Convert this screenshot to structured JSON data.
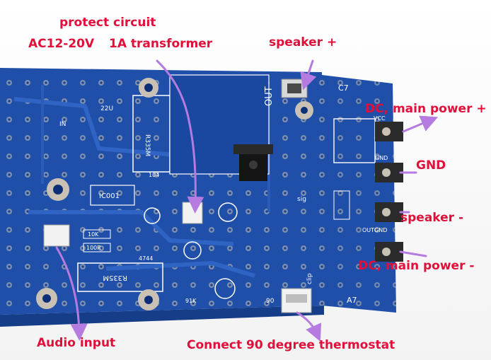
{
  "colors": {
    "label": "#e0103a",
    "arrow": "#b57be0",
    "pcb_blue": "#1f4fa8",
    "pcb_dark": "#0d2f78",
    "copper": "#c9c2b4",
    "background": "#ffffff"
  },
  "annotations": {
    "protect_circuit": "protect circuit",
    "ac_input": "AC12-20V",
    "transformer": "1A transformer",
    "speaker_plus": "speaker +",
    "dc_main_plus": "DC, main power +",
    "gnd": "GND",
    "speaker_minus": "speaker -",
    "dc_main_minus": "DC, main power -",
    "audio_input": "Audio input",
    "thermostat": "Connect 90 degree thermostat"
  },
  "silkscreen": {
    "c7": "C7",
    "a7": "A7",
    "vcc": "VCC",
    "gnd_mark": "GND",
    "out": "OUT",
    "outgnd": "OUTGND",
    "r335m_left": "R335M",
    "r335m_bottom": "R335M",
    "ic001": "IC001",
    "sig": "sig",
    "mark_90": "90",
    "r91k": "91K",
    "r10k": "10K",
    "r100r": "100R",
    "c4744": "4744",
    "clip": "clip",
    "in": "IN",
    "c22u": "22U",
    "c104": "104"
  }
}
